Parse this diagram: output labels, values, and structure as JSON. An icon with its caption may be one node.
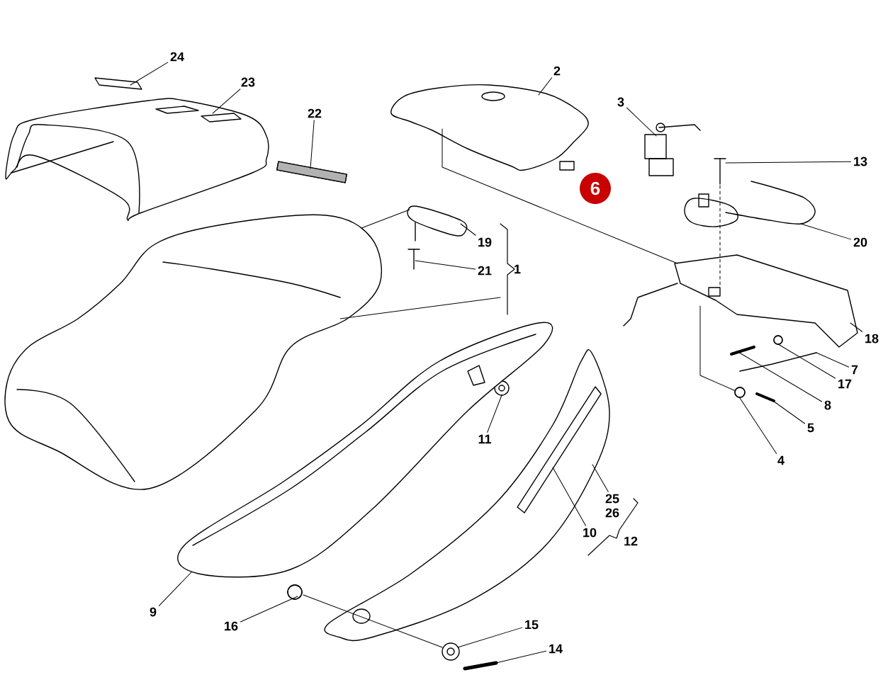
{
  "diagram": {
    "nodes": [
      {
        "text": [
          "24"
        ]
      },
      {
        "text": [
          "23"
        ]
      },
      {
        "text": [
          "22"
        ]
      },
      {
        "text": [
          "2"
        ]
      },
      {
        "text": [
          "3"
        ]
      },
      {
        "text": [
          "6"
        ]
      },
      {
        "text": [
          "13"
        ]
      },
      {
        "text": [
          "19"
        ]
      },
      {
        "text": [
          "20"
        ]
      },
      {
        "text": [
          "21"
        ]
      },
      {
        "text": [
          "18"
        ]
      },
      {
        "text": [
          "7"
        ]
      },
      {
        "text": [
          "17"
        ]
      },
      {
        "text": [
          "8"
        ]
      },
      {
        "text": [
          "5"
        ]
      },
      {
        "text": [
          "11"
        ]
      },
      {
        "text": [
          "4"
        ]
      },
      {
        "text": [
          "25"
        ]
      },
      {
        "text": [
          "10"
        ]
      },
      {
        "text": [
          "9"
        ]
      },
      {
        "text": [
          "16"
        ]
      },
      {
        "text": [
          "15"
        ]
      },
      {
        "text": [
          "14"
        ]
      },
      {
        "text": [],
        "shape": "picture"
      },
      {
        "text": [],
        "shape": "picture"
      },
      {
        "text": [],
        "shape": "bar"
      },
      {
        "text": [],
        "shape": "picture"
      },
      {
        "text": [],
        "shape": "picture"
      },
      {
        "text": [],
        "shape": "picture"
      },
      {
        "text": [],
        "shape": "picture"
      },
      {
        "text": [],
        "shape": "picture"
      },
      {
        "text": [],
        "shape": "picture"
      },
      {
        "text": [],
        "shape": "picture"
      },
      {
        "text": [],
        "shape": "picture"
      },
      {
        "text": [],
        "shape": "circle"
      },
      {
        "text": [],
        "shape": "picture"
      },
      {
        "text": [],
        "shape": "picture"
      },
      {
        "text": [],
        "shape": "picture"
      },
      {
        "text": [],
        "shape": "circle"
      },
      {
        "text": [],
        "shape": "picture"
      },
      {
        "text": [],
        "shape": "picture",
        "in": 39
      },
      {
        "text": [],
        "shape": "picture"
      },
      {
        "text": [],
        "shape": "circle"
      },
      {
        "text": [],
        "shape": "picture"
      },
      {
        "text": [],
        "shape": "picture"
      },
      {
        "text": [],
        "shape": "picture"
      },
      {
        "text": [
          "1"
        ]
      }
    ],
    "edges": [
      {
        "from": 0,
        "to": 23,
        "arrow": "none"
      },
      {
        "from": 1,
        "to": 24,
        "arrow": "none"
      },
      {
        "from": 2,
        "to": 25,
        "arrow": "none"
      },
      {
        "from": 3,
        "to": 26,
        "arrow": "none"
      },
      {
        "from": 4,
        "to": 27,
        "arrow": "none"
      },
      {
        "from": 6,
        "to": 28,
        "arrow": "none"
      },
      {
        "from": 7,
        "to": 29,
        "arrow": "none"
      },
      {
        "from": 8,
        "to": 30,
        "arrow": "none"
      },
      {
        "from": 9,
        "to": 31,
        "arrow": "none"
      },
      {
        "from": 10,
        "to": 32,
        "arrow": "none"
      },
      {
        "from": 11,
        "to": 33,
        "arrow": "none"
      },
      {
        "from": 12,
        "to": 34,
        "arrow": "none"
      },
      {
        "from": 13,
        "to": 35,
        "arrow": "none"
      },
      {
        "from": 14,
        "to": 36,
        "arrow": "none"
      },
      {
        "from": 15,
        "to": 37,
        "arrow": "none"
      },
      {
        "from": 16,
        "to": 38,
        "arrow": "none"
      },
      {
        "from": 17,
        "to": 39,
        "arrow": "none"
      },
      {
        "from": 18,
        "to": 40,
        "arrow": "none"
      },
      {
        "from": 19,
        "to": 41,
        "arrow": "none"
      },
      {
        "from": 20,
        "to": 42,
        "arrow": "none"
      },
      {
        "from": 21,
        "to": 43,
        "arrow": "none"
      },
      {
        "from": 22,
        "to": 44,
        "arrow": "none"
      },
      {
        "from": 26,
        "to": 32,
        "arrow": "none"
      },
      {
        "from": 28,
        "to": 32,
        "arrow": "none",
        "style": "dashed"
      },
      {
        "from": 32,
        "to": 38,
        "arrow": "none"
      },
      {
        "from": 42,
        "to": 43,
        "arrow": "none"
      },
      {
        "from": 45,
        "to": 29,
        "arrow": "none"
      },
      {
        "from": 45,
        "to": 46,
        "arrow": "none"
      }
    ],
    "labels": [
      "26",
      "12"
    ]
  }
}
